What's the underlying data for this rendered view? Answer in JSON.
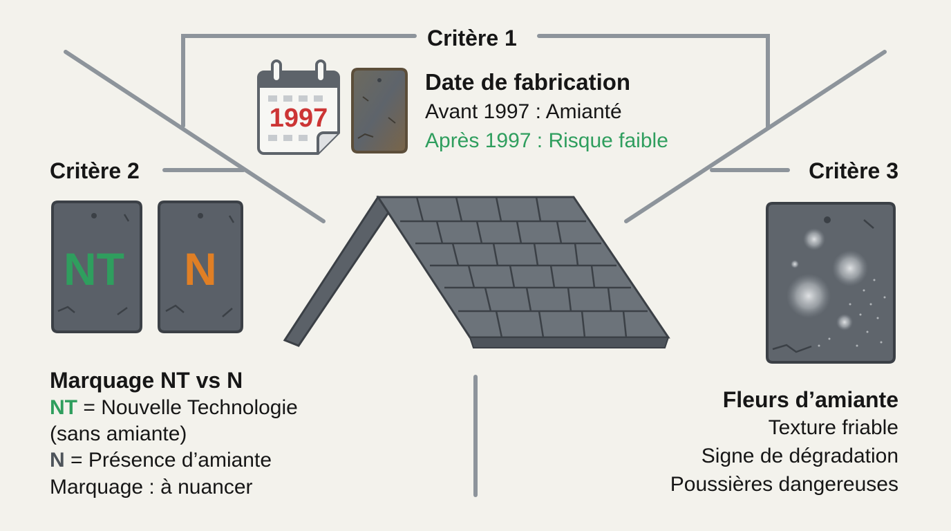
{
  "criteria": {
    "c1": {
      "label": "Critère 1",
      "calendar_year": "1997",
      "title": "Date de fabrication",
      "line1": "Avant 1997 : Amianté",
      "line2": "Après 1997 : Risque faible"
    },
    "c2": {
      "label": "Critère 2",
      "tile_nt": "NT",
      "tile_n": "N",
      "title": "Marquage NT vs N",
      "nt_code": "NT",
      "nt_text": " = Nouvelle Technologie",
      "nt_text2": "(sans amiante)",
      "n_code": "N",
      "n_text": " = Présence d’amiante",
      "note": "Marquage : à nuancer"
    },
    "c3": {
      "label": "Critère 3",
      "title": "Fleurs d’amiante",
      "line1": "Texture friable",
      "line2": "Signe de dégradation",
      "line3": "Poussières dangereuses"
    }
  },
  "colors": {
    "background": "#f3f2ec",
    "connector": "#8d949b",
    "green": "#2f9e5e",
    "orange": "#e07f25",
    "red": "#cc3535",
    "slate": "#5a6068",
    "slate_border": "#3b4046"
  },
  "icons": [
    "calendar-icon",
    "old-slate-tile-icon",
    "roof-icon",
    "slate-tile-nt-icon",
    "slate-tile-n-icon",
    "damaged-slate-tile-icon"
  ]
}
